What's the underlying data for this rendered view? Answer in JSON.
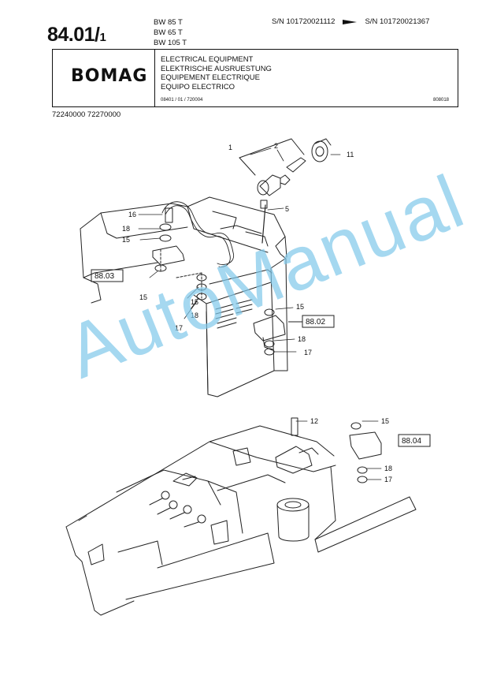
{
  "page": {
    "number": "84.01/",
    "sub": "1"
  },
  "models": [
    "BW 85 T",
    "BW 65 T",
    "BW 105 T"
  ],
  "serials": {
    "from": "S/N 101720021112",
    "to": "S/N 101720021367"
  },
  "logo": "BOMAG",
  "titles": [
    "ELECTRICAL EQUIPMENT",
    "ELEKTRISCHE AUSRUESTUNG",
    "EQUIPEMENT ELECTRIQUE",
    "EQUIPO ELECTRICO"
  ],
  "doc_ref": "08401 / 01 / 720004",
  "doc_code": "808018",
  "part_numbers": "72240000  72270000",
  "watermark": "AutoManual",
  "callouts": [
    "1",
    "2",
    "11",
    "5",
    "16",
    "18",
    "15",
    "15",
    "15",
    "18",
    "17",
    "15",
    "18",
    "17",
    "12",
    "15",
    "18",
    "17"
  ],
  "ref_boxes": [
    "88.03",
    "88.02",
    "88.04"
  ]
}
